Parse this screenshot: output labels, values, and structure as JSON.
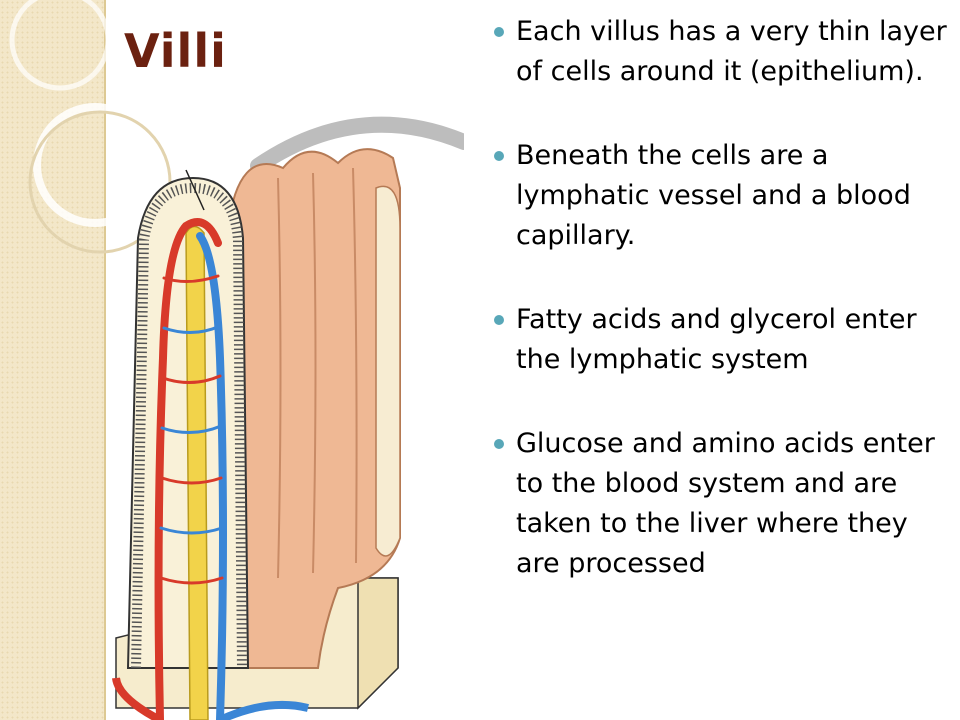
{
  "slide": {
    "title": "Villi",
    "bullets": [
      "Each villus has a very thin layer of cells around it (epithelium).",
      "Beneath the cells are a lymphatic vessel and a blood capillary.",
      "Fatty acids and glycerol enter the lymphatic system",
      "Glucose and amino acids enter to the blood system and are taken to the liver where they are processed"
    ]
  },
  "colors": {
    "title": "#6b2110",
    "bullet_marker": "#58a7b8",
    "strip": "#f3e7c9",
    "artery": "#d83a2a",
    "vein": "#3a86d6",
    "lacteal": "#f2d34a",
    "villus_skin": "#efb894"
  }
}
